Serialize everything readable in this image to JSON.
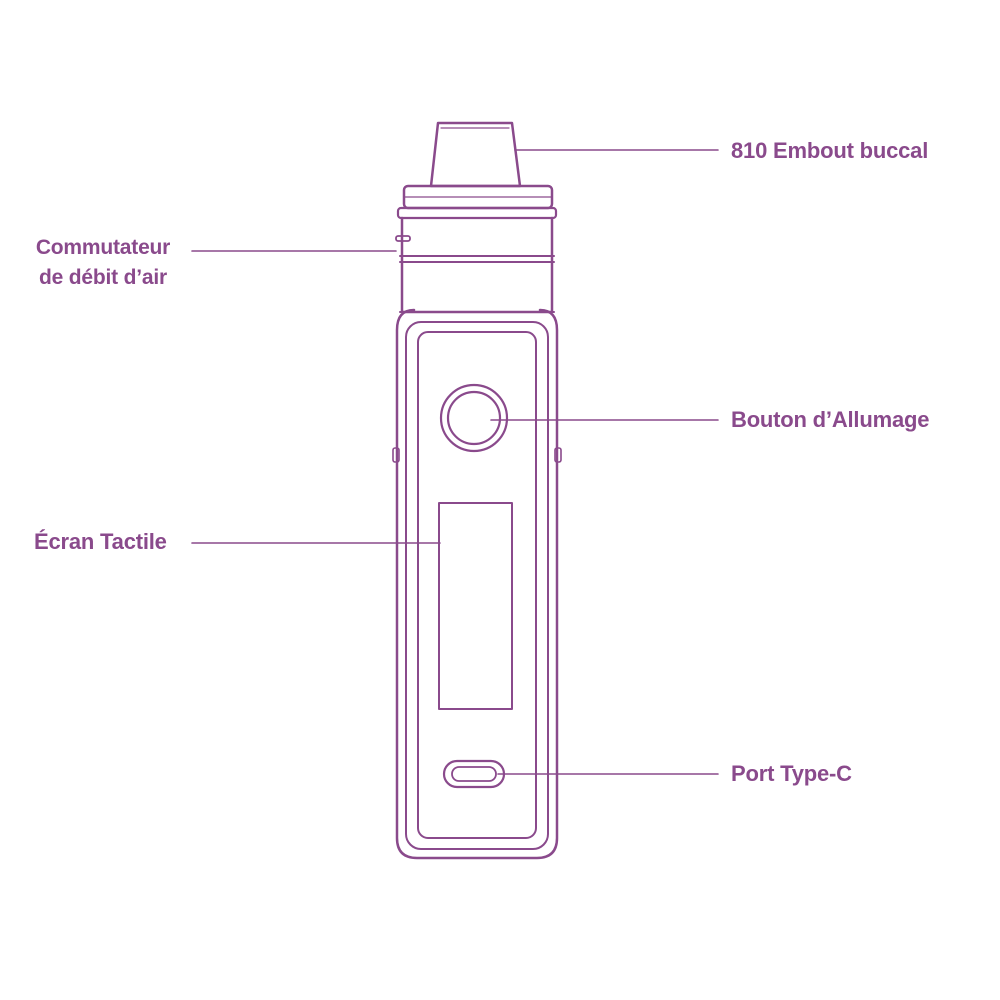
{
  "colors": {
    "outline": "#8a4a8c",
    "label_text": "#8a4a8c",
    "background": "#ffffff"
  },
  "labels": {
    "mouthpiece": "810  Embout buccal",
    "airflow_line1": "Commutateur",
    "airflow_line2": "de débit d’air",
    "power_button": "Bouton d’Allumage",
    "touch_screen": "Écran Tactile",
    "usb_port": "Port Type-C"
  }
}
